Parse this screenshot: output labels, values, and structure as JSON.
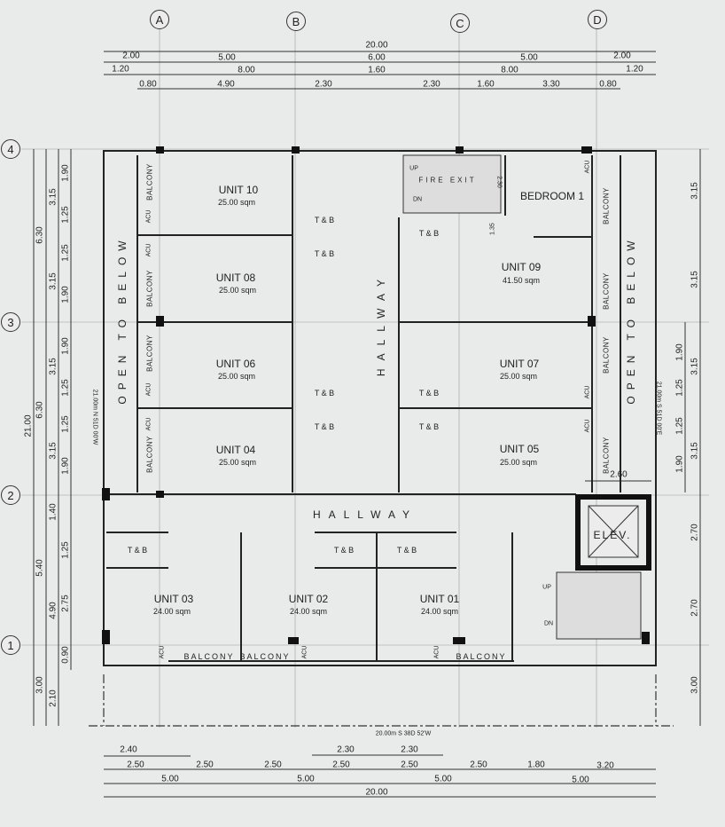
{
  "grid": {
    "columns": [
      "A",
      "B",
      "C",
      "D"
    ],
    "rows": [
      "4",
      "3",
      "2",
      "1"
    ]
  },
  "dims_top": {
    "overall": "20.00",
    "row1": [
      "2.00",
      "5.00",
      "6.00",
      "5.00",
      "2.00"
    ],
    "row2": [
      "1.20",
      "8.00",
      "1.60",
      "8.00",
      "1.20"
    ],
    "row3": [
      "0.80",
      "4.90",
      "2.30",
      "2.30",
      "1.60",
      "3.30",
      "0.80"
    ]
  },
  "dims_left": {
    "overall": "21.00",
    "c1": [
      "6.30",
      "6.30",
      "5.40",
      "3.00"
    ],
    "c2": [
      "3.15",
      "3.15",
      "3.15",
      "3.15",
      "1.40",
      "4.90",
      "2.10"
    ],
    "c3": [
      "1.90",
      "1.25",
      "1.25",
      "1.90",
      "1.90",
      "1.25",
      "1.25",
      "1.90",
      "1.25",
      "2.75",
      "0.90"
    ]
  },
  "dims_right": {
    "c1": [
      "3.15",
      "3.15",
      "3.15",
      "3.15",
      "2.70",
      "2.70",
      "3.00"
    ],
    "c2": [
      "1.90",
      "1.25",
      "1.25",
      "1.90"
    ],
    "elev_width": "2.60"
  },
  "dims_bottom": {
    "bearing": "20.00m S 38D 52'W",
    "row1": [
      "2.40",
      "2.30",
      "2.30"
    ],
    "row2": [
      "2.50",
      "2.50",
      "2.50",
      "2.50",
      "2.50",
      "2.50",
      "1.80",
      "3.20"
    ],
    "row3": [
      "5.00",
      "5.00",
      "5.00",
      "5.00"
    ],
    "overall": "20.00"
  },
  "bearings": {
    "left": "21.00m N 51D 00'W",
    "right": "21.00m S 51D 00'E"
  },
  "rooms": {
    "unit10": {
      "name": "UNIT 10",
      "area": "25.00 sqm"
    },
    "unit08": {
      "name": "UNIT 08",
      "area": "25.00 sqm"
    },
    "unit06": {
      "name": "UNIT 06",
      "area": "25.00 sqm"
    },
    "unit04": {
      "name": "UNIT 04",
      "area": "25.00 sqm"
    },
    "unit07": {
      "name": "UNIT 07",
      "area": "25.00 sqm"
    },
    "unit05": {
      "name": "UNIT 05",
      "area": "25.00 sqm"
    },
    "unit09": {
      "name": "UNIT 09",
      "area": "41.50 sqm"
    },
    "bedroom1": "BEDROOM 1",
    "unit03": {
      "name": "UNIT 03",
      "area": "24.00 sqm"
    },
    "unit02": {
      "name": "UNIT 02",
      "area": "24.00 sqm"
    },
    "unit01": {
      "name": "UNIT 01",
      "area": "24.00 sqm"
    }
  },
  "labels": {
    "hallway": "HALLWAY",
    "open_to_below": "OPEN TO BELOW",
    "elevator": "ELEV.",
    "balcony": "BALCONY",
    "acu": "ACU",
    "tb": "T & B",
    "fire_exit": "FIRE EXIT",
    "up": "UP",
    "dn": "DN",
    "stair_dim1": "2.30",
    "stair_dim2": "1.35"
  }
}
